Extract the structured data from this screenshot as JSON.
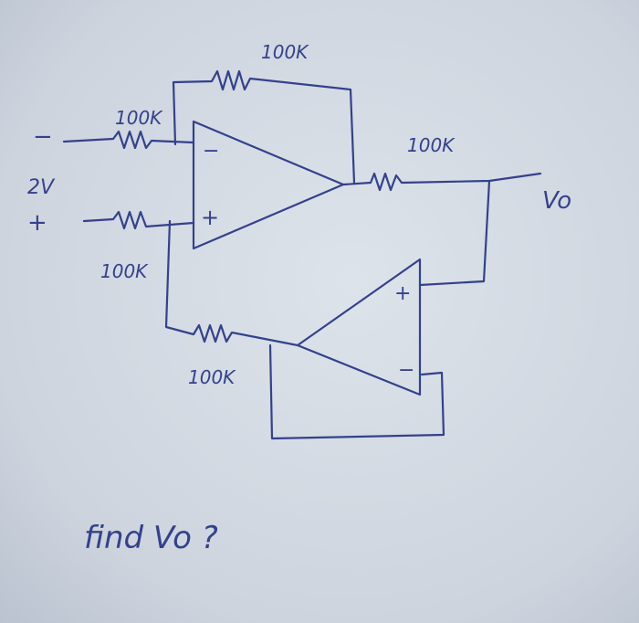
{
  "diagram": {
    "labels": {
      "r_feedback": "100K",
      "r_in_minus": "100K",
      "r_in_plus": "100K",
      "r_out": "100K",
      "r_buffer_input": "100K",
      "source_voltage": "2V",
      "source_minus": "−",
      "source_plus": "+",
      "opamp1_minus": "−",
      "opamp1_plus": "+",
      "opamp2_plus": "+",
      "opamp2_minus": "−",
      "output_label": "Vo"
    },
    "question": "find Vo ?"
  },
  "colors": {
    "ink": "#34418c",
    "paper": "#cfd6e0"
  }
}
